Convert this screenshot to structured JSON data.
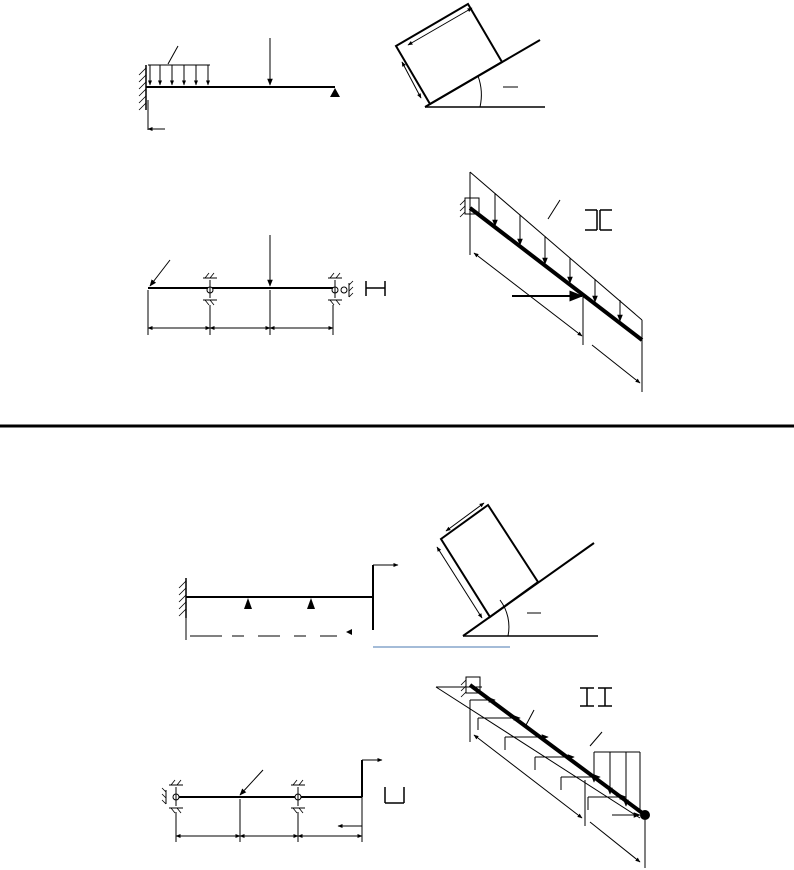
{
  "figures": [
    {
      "id": "top-cantilever-beam",
      "kind": "beam"
    },
    {
      "id": "top-block-on-incline",
      "kind": "incline"
    },
    {
      "id": "top-two-support-beam",
      "kind": "beam",
      "section_icon": "i-beam-horizontal-icon"
    },
    {
      "id": "top-inclined-beam",
      "kind": "inclined-beam",
      "section_icon": "double-channel-icon"
    },
    {
      "id": "bottom-cantilever-frame",
      "kind": "beam"
    },
    {
      "id": "bottom-block-on-incline",
      "kind": "incline"
    },
    {
      "id": "bottom-overhang-beam",
      "kind": "beam",
      "section_icon": "channel-icon"
    },
    {
      "id": "bottom-inclined-beam",
      "kind": "inclined-beam",
      "section_icon": "double-i-beam-icon"
    }
  ],
  "colors": {
    "ink": "#000000",
    "guide_line": "#4a7ab0",
    "separator": "#000000"
  }
}
